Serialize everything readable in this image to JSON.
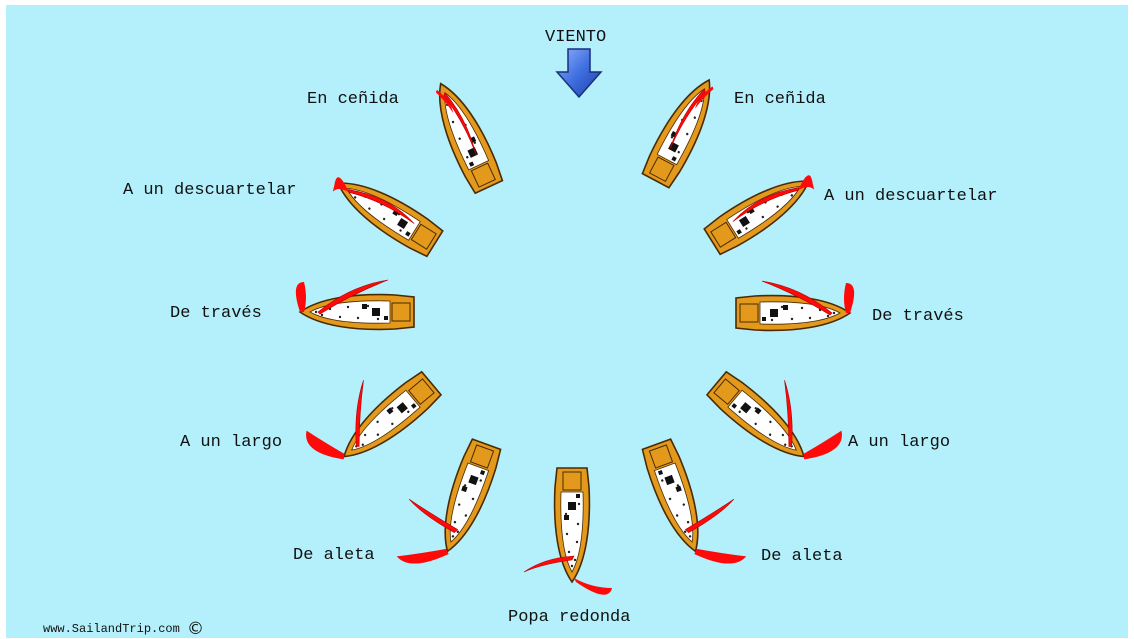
{
  "wind": {
    "label": "VIENTO",
    "color": "#3f6fe0"
  },
  "boat_colors": {
    "hull": "#e39a1c",
    "deck": "#ffffff",
    "sail": "#ff0a0a",
    "outline": "#4a2a05"
  },
  "points_of_sail": [
    {
      "label": "En ceñida",
      "side": "left"
    },
    {
      "label": "En ceñida",
      "side": "right"
    },
    {
      "label": "A un descuartelar",
      "side": "left"
    },
    {
      "label": "A un descuartelar",
      "side": "right"
    },
    {
      "label": "De través",
      "side": "left"
    },
    {
      "label": "De través",
      "side": "right"
    },
    {
      "label": "A un largo",
      "side": "left"
    },
    {
      "label": "A un largo",
      "side": "right"
    },
    {
      "label": "De aleta",
      "side": "left"
    },
    {
      "label": "De aleta",
      "side": "right"
    },
    {
      "label": "Popa redonda",
      "side": "center"
    }
  ],
  "credit": {
    "text": "www.SailandTrip.com",
    "symbol": "©"
  }
}
